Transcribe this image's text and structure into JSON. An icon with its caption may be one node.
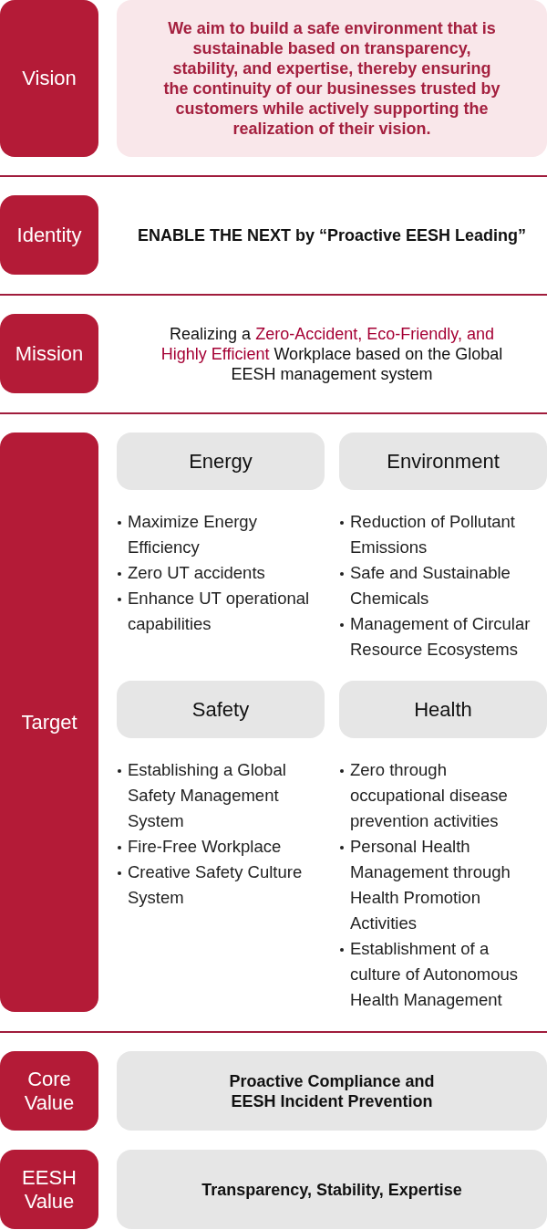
{
  "diagram": {
    "nodes": [
      {
        "text": [
          "Vision"
        ]
      },
      {
        "text": [
          "We aim to build a safe environment that is sustainable based on transparency, stability, and expertise, thereby ensuring the continuity of our businesses trusted by customers while actively supporting the realization of their vision."
        ]
      },
      {
        "text": [
          "Identity"
        ]
      },
      {
        "text": [
          "Mission"
        ]
      },
      {
        "text": [
          "Target"
        ]
      },
      {
        "text": [
          "Energy"
        ],
        "beside": [
          "Maximize Energy Efficiency",
          "Zero UT accidents",
          "Enhance UT operational capabilities"
        ]
      },
      {
        "text": [
          "Environment"
        ],
        "beside": [
          "Reduction of Pollutant Emissions",
          "Safe and Sustainable Chemicals",
          "Management of Circular Resource Ecosystems"
        ]
      },
      {
        "text": [
          "Safety"
        ],
        "beside": [
          "Establishing a Global Safety Management System",
          "Fire-Free Workplace",
          "Creative Safety Culture System"
        ]
      },
      {
        "text": [
          "Health"
        ],
        "beside": [
          "Zero through occupational disease prevention activities",
          "Personal Health Management through Health Promotion Activities",
          "Establishment of a culture of Autonomous Health Management"
        ]
      },
      {
        "text": [
          "Core Value"
        ]
      },
      {
        "text": [
          "Proactive Compliance and EESH Incident Prevention"
        ]
      },
      {
        "text": [
          "EESH Value"
        ]
      },
      {
        "text": [
          "Transparency, Stability, Expertise"
        ]
      }
    ],
    "labels": [
      "ENABLE THE NEXT by “Proactive EESH Leading”",
      "Realizing a **Zero-Accident, Eco-Friendly, and Highly Efficient** Workplace based on the Global EESH management system"
    ]
  }
}
